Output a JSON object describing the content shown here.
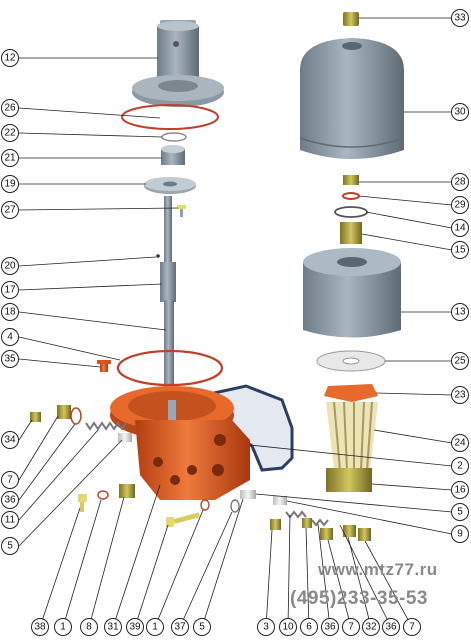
{
  "diagram": {
    "callouts": [
      "12",
      "26",
      "22",
      "21",
      "19",
      "27",
      "20",
      "17",
      "18",
      "4",
      "35",
      "34",
      "7",
      "36",
      "11",
      "5",
      "38",
      "1",
      "8",
      "31",
      "39",
      "1",
      "37",
      "5",
      "33",
      "30",
      "28",
      "29",
      "14",
      "15",
      "13",
      "25",
      "23",
      "24",
      "2",
      "16",
      "5",
      "9",
      "3",
      "10",
      "6",
      "36",
      "7",
      "32",
      "36",
      "7"
    ]
  },
  "watermark": {
    "site": "www.mtz77.ru",
    "phone": "(495)233-35-53"
  },
  "colors": {
    "orange": "#d9531c",
    "gray": "#8c9aa6",
    "olive": "#a59a3a",
    "gasket": "#2e3d63"
  }
}
